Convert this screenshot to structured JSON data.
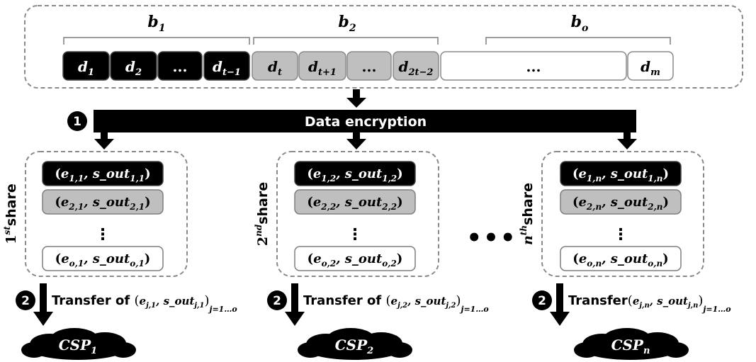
{
  "title": "",
  "blocks": [
    {
      "label": "b",
      "sub": "1"
    },
    {
      "label": "b",
      "sub": "2"
    },
    {
      "label": "b",
      "sub": "o"
    }
  ],
  "data_cells": [
    {
      "main": "d",
      "sub": "1",
      "style": "black"
    },
    {
      "main": "d",
      "sub": "2",
      "style": "black"
    },
    {
      "main": "...",
      "sub": "",
      "style": "black"
    },
    {
      "main": "d",
      "sub": "t−1",
      "style": "black"
    },
    {
      "main": "d",
      "sub": "t",
      "style": "gray"
    },
    {
      "main": "d",
      "sub": "t+1",
      "style": "gray"
    },
    {
      "main": "...",
      "sub": "",
      "style": "gray"
    },
    {
      "main": "d",
      "sub": "2t−2",
      "style": "gray"
    },
    {
      "main": "...",
      "sub": "",
      "style": "white"
    },
    {
      "main": "d",
      "sub": "m",
      "style": "white"
    }
  ],
  "step1": {
    "number": "1",
    "label": "Data encryption"
  },
  "shares": [
    {
      "label_num": "1",
      "label_sup": "st",
      "label_word": "share",
      "rows": [
        {
          "e_sub": "1,1",
          "s_sub": "1,1",
          "style": "black"
        },
        {
          "e_sub": "2,1",
          "s_sub": "2,1",
          "style": "gray"
        },
        {
          "e_sub": "o,1",
          "s_sub": "o,1",
          "style": "white"
        }
      ],
      "transfer": {
        "number": "2",
        "text": "Transfer of ",
        "e_sub": "j,1",
        "s_sub": "j,1",
        "range": "j=1…o"
      },
      "csp": {
        "name": "CSP",
        "sub": "1"
      }
    },
    {
      "label_num": "2",
      "label_sup": "nd",
      "label_word": "share",
      "rows": [
        {
          "e_sub": "1,2",
          "s_sub": "1,2",
          "style": "black"
        },
        {
          "e_sub": "2,2",
          "s_sub": "2,2",
          "style": "gray"
        },
        {
          "e_sub": "o,2",
          "s_sub": "o,2",
          "style": "white"
        }
      ],
      "transfer": {
        "number": "2",
        "text": "Transfer of ",
        "e_sub": "j,2",
        "s_sub": "j,2",
        "range": "j=1…o"
      },
      "csp": {
        "name": "CSP",
        "sub": "2"
      }
    },
    {
      "label_num": "n",
      "label_sup": "th",
      "label_word": "share",
      "rows": [
        {
          "e_sub": "1,n",
          "s_sub": "1,n",
          "style": "black"
        },
        {
          "e_sub": "2,n",
          "s_sub": "2,n",
          "style": "gray"
        },
        {
          "e_sub": "o,n",
          "s_sub": "o,n",
          "style": "white"
        }
      ],
      "transfer": {
        "number": "2",
        "text": "Transfer",
        "e_sub": "j,n",
        "s_sub": "j,n",
        "range": "j=1…o"
      },
      "csp": {
        "name": "CSP",
        "sub": "n"
      }
    }
  ],
  "between_shares": "•••",
  "vertical_ellipsis": "⋮",
  "colors": {
    "black": "#000000",
    "gray": "#bfbfbf",
    "white": "#ffffff",
    "dashed": "#808080"
  }
}
